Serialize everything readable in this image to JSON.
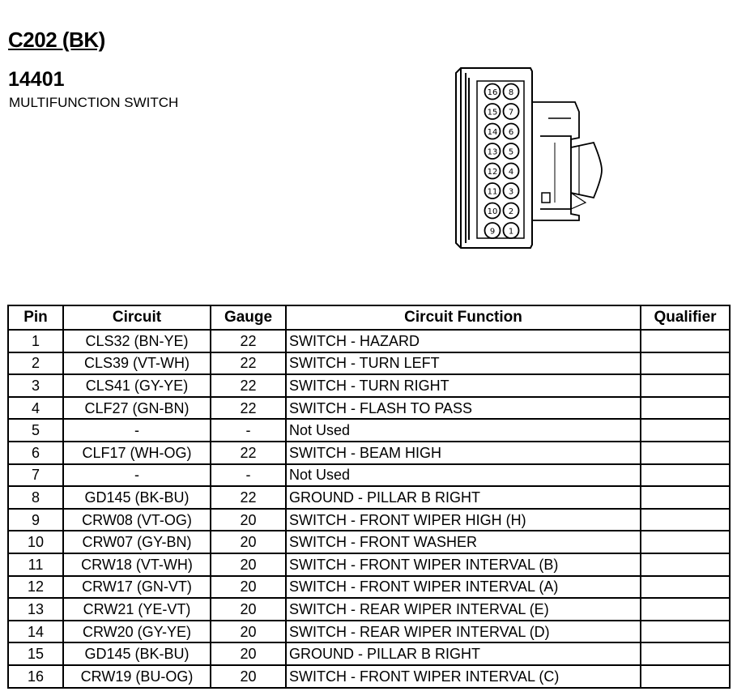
{
  "header": {
    "connector_id": "C202 (BK)",
    "part_number": "14401",
    "part_name": "MULTIFUNCTION SWITCH"
  },
  "connector": {
    "pins_left": [
      "16",
      "15",
      "14",
      "13",
      "12",
      "11",
      "10",
      "9"
    ],
    "pins_right": [
      "8",
      "7",
      "6",
      "5",
      "4",
      "3",
      "2",
      "1"
    ]
  },
  "table": {
    "columns": [
      "Pin",
      "Circuit",
      "Gauge",
      "Circuit Function",
      "Qualifier"
    ],
    "rows": [
      {
        "pin": "1",
        "circuit": "CLS32 (BN-YE)",
        "gauge": "22",
        "function": "SWITCH - HAZARD",
        "qualifier": ""
      },
      {
        "pin": "2",
        "circuit": "CLS39 (VT-WH)",
        "gauge": "22",
        "function": "SWITCH - TURN LEFT",
        "qualifier": ""
      },
      {
        "pin": "3",
        "circuit": "CLS41 (GY-YE)",
        "gauge": "22",
        "function": "SWITCH - TURN RIGHT",
        "qualifier": ""
      },
      {
        "pin": "4",
        "circuit": "CLF27 (GN-BN)",
        "gauge": "22",
        "function": "SWITCH - FLASH TO PASS",
        "qualifier": ""
      },
      {
        "pin": "5",
        "circuit": "-",
        "gauge": "-",
        "function": "Not Used",
        "qualifier": ""
      },
      {
        "pin": "6",
        "circuit": "CLF17 (WH-OG)",
        "gauge": "22",
        "function": "SWITCH - BEAM HIGH",
        "qualifier": ""
      },
      {
        "pin": "7",
        "circuit": "-",
        "gauge": "-",
        "function": "Not Used",
        "qualifier": ""
      },
      {
        "pin": "8",
        "circuit": "GD145 (BK-BU)",
        "gauge": "22",
        "function": "GROUND - PILLAR B RIGHT",
        "qualifier": ""
      },
      {
        "pin": "9",
        "circuit": "CRW08 (VT-OG)",
        "gauge": "20",
        "function": "SWITCH - FRONT WIPER HIGH (H)",
        "qualifier": ""
      },
      {
        "pin": "10",
        "circuit": "CRW07 (GY-BN)",
        "gauge": "20",
        "function": "SWITCH - FRONT WASHER",
        "qualifier": ""
      },
      {
        "pin": "11",
        "circuit": "CRW18 (VT-WH)",
        "gauge": "20",
        "function": "SWITCH - FRONT WIPER INTERVAL (B)",
        "qualifier": ""
      },
      {
        "pin": "12",
        "circuit": "CRW17 (GN-VT)",
        "gauge": "20",
        "function": "SWITCH - FRONT WIPER INTERVAL (A)",
        "qualifier": ""
      },
      {
        "pin": "13",
        "circuit": "CRW21 (YE-VT)",
        "gauge": "20",
        "function": "SWITCH - REAR WIPER INTERVAL (E)",
        "qualifier": ""
      },
      {
        "pin": "14",
        "circuit": "CRW20 (GY-YE)",
        "gauge": "20",
        "function": "SWITCH - REAR WIPER INTERVAL (D)",
        "qualifier": ""
      },
      {
        "pin": "15",
        "circuit": "GD145 (BK-BU)",
        "gauge": "20",
        "function": "GROUND - PILLAR B RIGHT",
        "qualifier": ""
      },
      {
        "pin": "16",
        "circuit": "CRW19 (BU-OG)",
        "gauge": "20",
        "function": "SWITCH - FRONT WIPER INTERVAL (C)",
        "qualifier": ""
      }
    ]
  }
}
